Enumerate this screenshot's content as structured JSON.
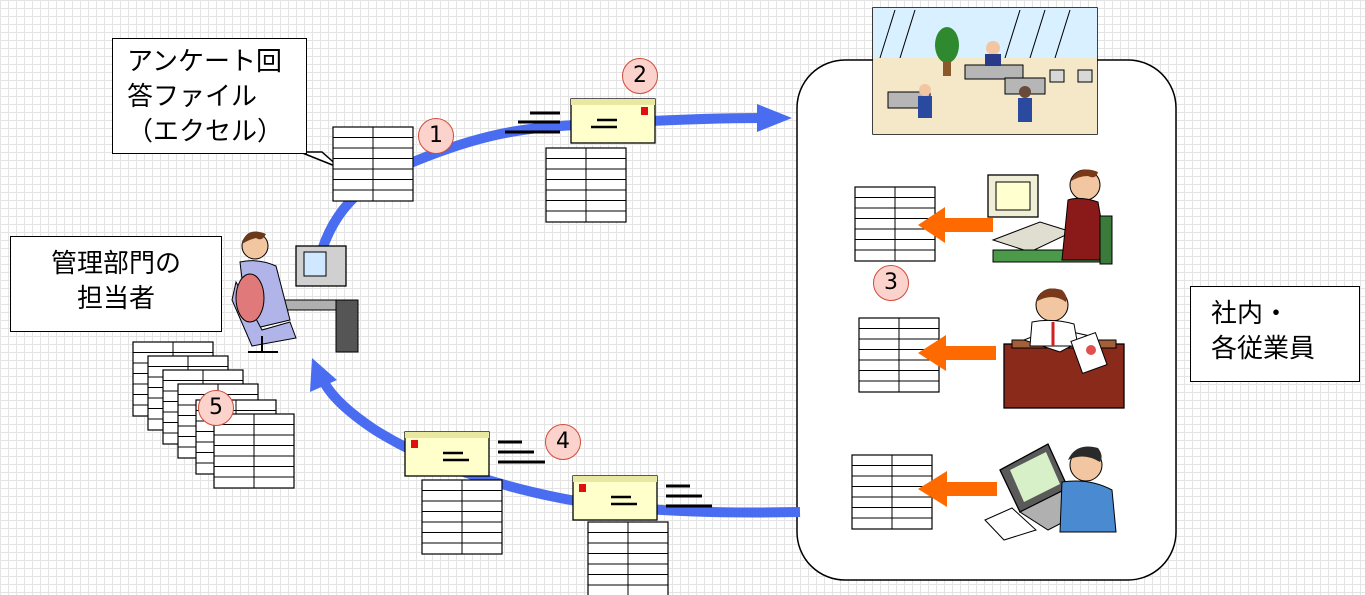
{
  "callout": {
    "line1": "アンケート回",
    "line2": "答ファイル",
    "line3": "（エクセル）"
  },
  "admin_label": {
    "line1": "管理部門の",
    "line2": "担当者"
  },
  "employees_label": {
    "line1": "社内・",
    "line2": "各従業員"
  },
  "steps": [
    "1",
    "2",
    "3",
    "4",
    "5"
  ],
  "colors": {
    "arrow_blue": "#4a6cf0",
    "arrow_orange": "#ff6a00",
    "envelope": "#ffffcc",
    "step_fill": "#fbd3cc",
    "step_border": "#d24a3a"
  },
  "icons": [
    "spreadsheet-icon",
    "envelope-icon",
    "office-scene-icon",
    "person-at-computer-icon",
    "person-writing-icon",
    "person-at-laptop-icon",
    "admin-at-computer-icon"
  ]
}
